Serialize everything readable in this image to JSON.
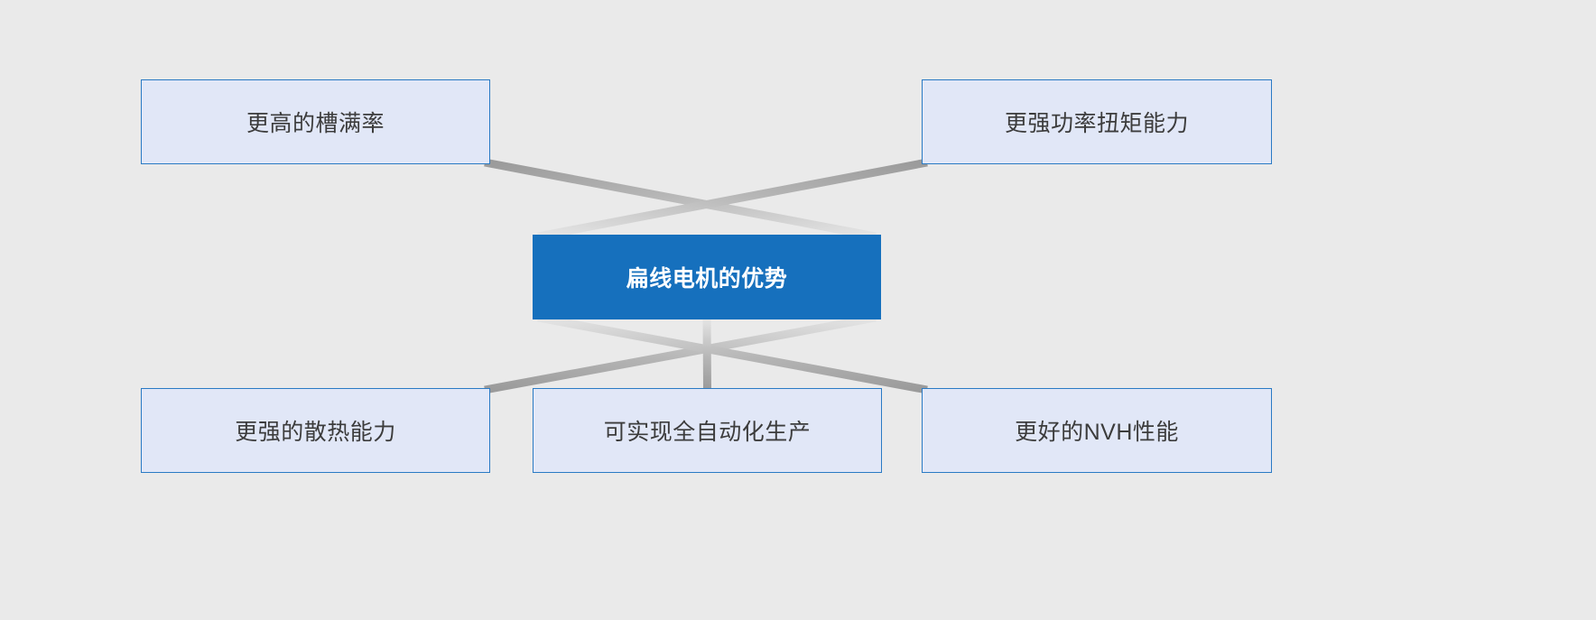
{
  "diagram": {
    "title": "扁线电机的优势",
    "background_color": "#eaeaea",
    "center": {
      "label": "扁线电机的优势",
      "fill": "#1670bd",
      "text_color": "#ffffff"
    },
    "leaf_style": {
      "fill": "#e1e7f7",
      "border": "#2a7ac4",
      "text_color": "#3c3c3c"
    },
    "connector_style": {
      "near_color": "#e3e3e3",
      "far_color": "#9a9a9a",
      "width": 9
    },
    "nodes": [
      {
        "id": "top-left",
        "label": "更高的槽满率"
      },
      {
        "id": "top-right",
        "label": "更强功率扭矩能力"
      },
      {
        "id": "bottom-left",
        "label": "更强的散热能力"
      },
      {
        "id": "bottom-mid",
        "label": "可实现全自动化生产"
      },
      {
        "id": "bottom-right",
        "label": "更好的NVH性能"
      }
    ],
    "connections": [
      {
        "from": "center",
        "to": "top-left"
      },
      {
        "from": "center",
        "to": "top-right"
      },
      {
        "from": "center",
        "to": "bottom-left"
      },
      {
        "from": "center",
        "to": "bottom-mid"
      },
      {
        "from": "center",
        "to": "bottom-right"
      }
    ]
  }
}
